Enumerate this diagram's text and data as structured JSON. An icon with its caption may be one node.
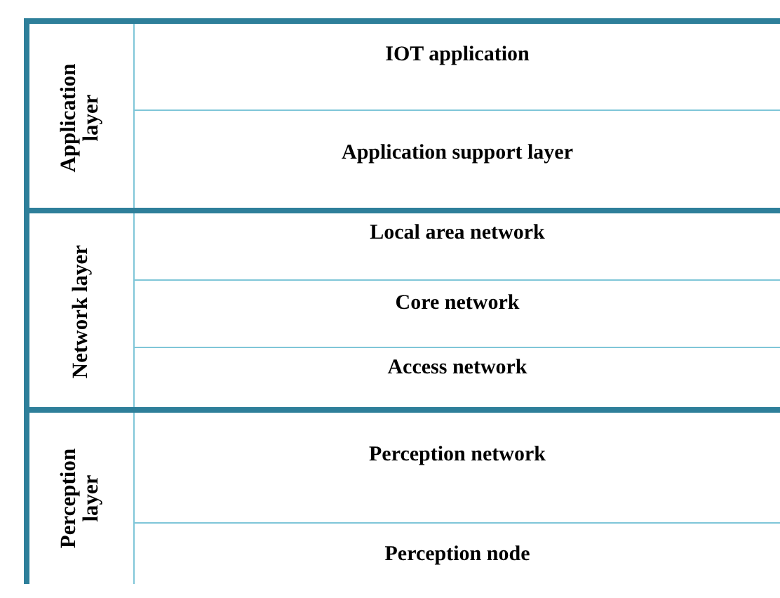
{
  "diagram": {
    "nodes": [
      {
        "text": [
          "Application layer"
        ]
      },
      {
        "text": [
          "IOT application"
        ],
        "in": 0
      },
      {
        "text": [
          "Application support layer"
        ],
        "in": 0
      },
      {
        "text": [
          "Network layer"
        ]
      },
      {
        "text": [
          "Local area network"
        ],
        "in": 3
      },
      {
        "text": [
          "Core network"
        ],
        "in": 3
      },
      {
        "text": [
          "Access network"
        ],
        "in": 3
      },
      {
        "text": [
          "Perception layer"
        ]
      },
      {
        "text": [
          "Perception network"
        ],
        "in": 7
      },
      {
        "text": [
          "Perception node"
        ],
        "in": 7
      }
    ]
  }
}
